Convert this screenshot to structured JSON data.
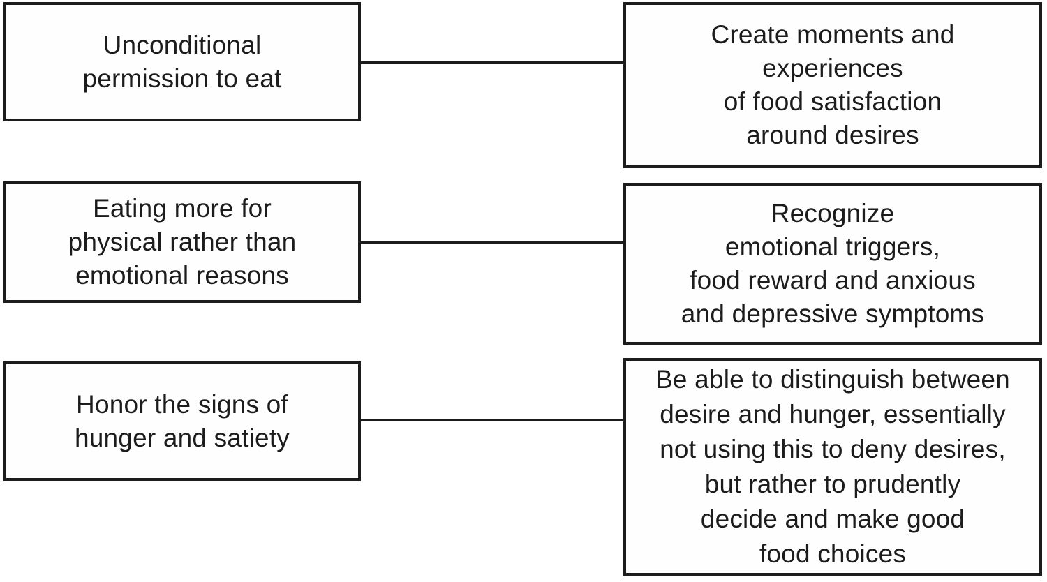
{
  "diagram": {
    "colors": {
      "background": "#ffffff",
      "border": "#1c1c1c",
      "text": "#1c1c1c"
    },
    "rows": [
      {
        "left_lines": [
          "Unconditional",
          "permission to eat"
        ],
        "right_lines": [
          "Create moments and",
          "experiences",
          "of food satisfaction",
          "around desires"
        ]
      },
      {
        "left_lines": [
          "Eating more for",
          "physical rather than",
          "emotional reasons"
        ],
        "right_lines": [
          "Recognize",
          "emotional triggers,",
          "food reward and anxious",
          "and depressive symptoms"
        ]
      },
      {
        "left_lines": [
          "Honor the signs of",
          "hunger and satiety"
        ],
        "right_lines": [
          "Be able to distinguish between",
          "desire and hunger, essentially",
          "not using this to deny desires,",
          "but rather to prudently",
          "decide and make good",
          "food choices"
        ]
      }
    ]
  }
}
